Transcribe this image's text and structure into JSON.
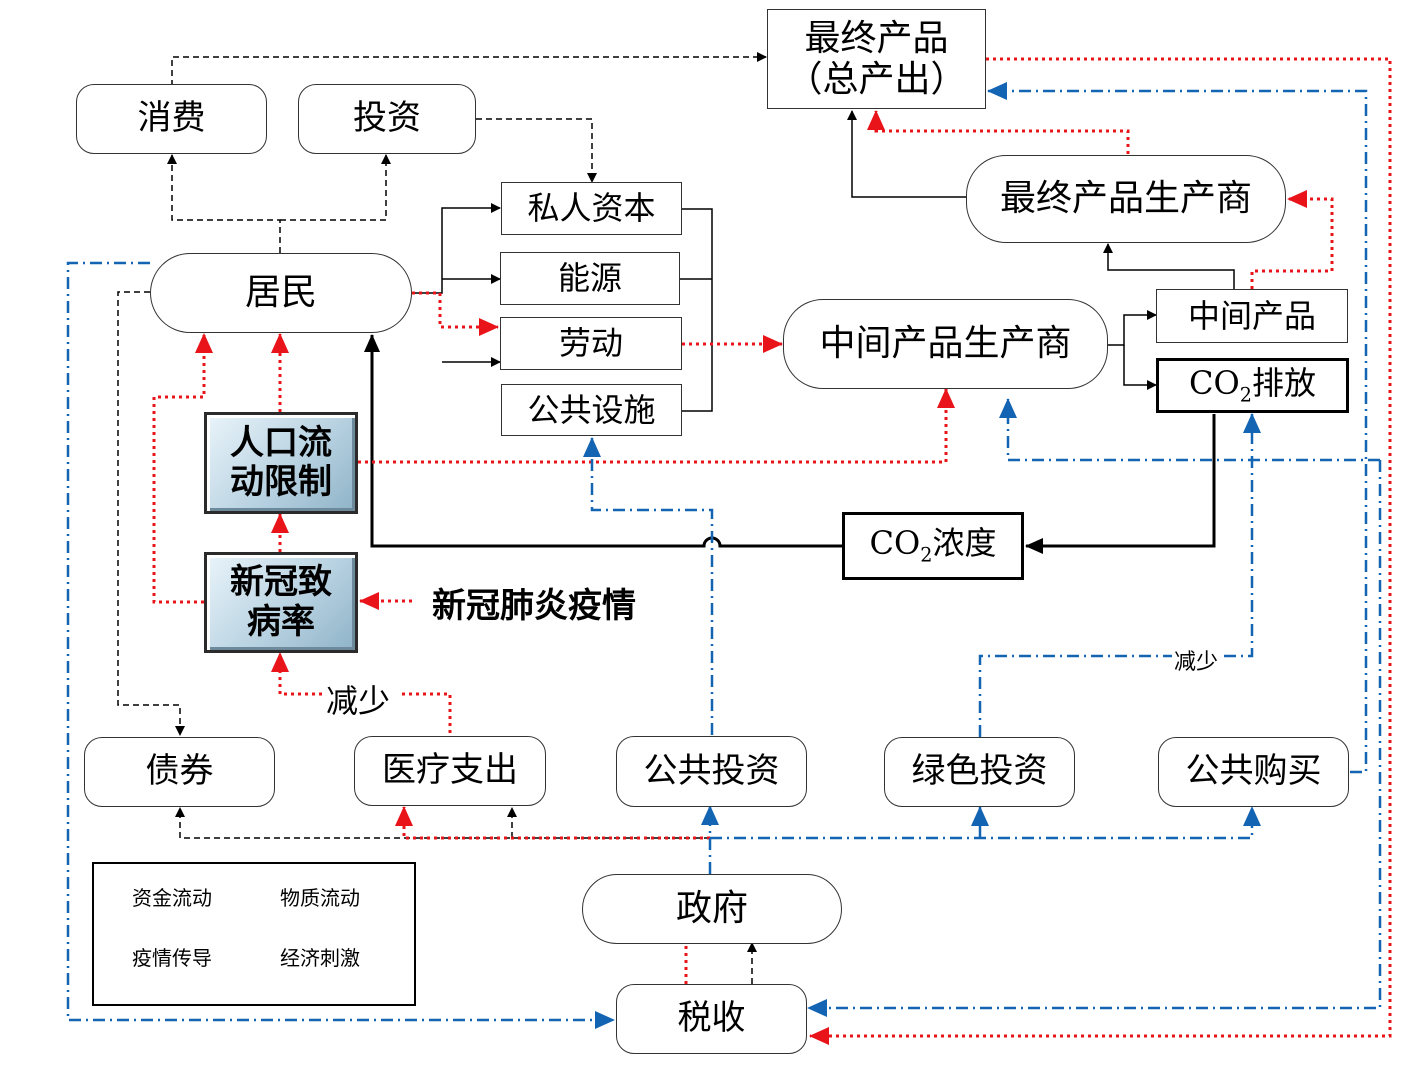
{
  "nodes": {
    "final_product": {
      "line1": "最终产品",
      "line2": "（总产出）"
    },
    "consumption": "消费",
    "investment": "投资",
    "private_capital": "私人资本",
    "energy": "能源",
    "labor": "劳动",
    "public_facilities": "公共设施",
    "residents": "居民",
    "final_producer": "最终产品生产商",
    "intermediate_producer": "中间产品生产商",
    "intermediate_product": "中间产品",
    "co2_emission": {
      "prefix": "CO",
      "sub": "2",
      "suffix": "排放"
    },
    "co2_concentration": {
      "prefix": "CO",
      "sub": "2",
      "suffix": "浓度"
    },
    "mobility_restriction": {
      "line1": "人口流",
      "line2": "动限制"
    },
    "covid_incidence": {
      "line1": "新冠致",
      "line2": "病率"
    },
    "covid_epidemic": "新冠肺炎疫情",
    "reduce_medical": "减少",
    "reduce_green": "减少",
    "bonds": "债券",
    "medical_spending": "医疗支出",
    "public_investment": "公共投资",
    "green_investment": "绿色投资",
    "public_purchase": "公共购买",
    "government": "政府",
    "tax": "税收"
  },
  "legend": {
    "fund_flow": "资金流动",
    "material_flow": "物质流动",
    "epidemic_transmission": "疫情传导",
    "economic_stimulus": "经济刺激"
  },
  "colors": {
    "fund": "#000000",
    "material": "#000000",
    "epidemic": "#e8141a",
    "stimulus": "#1464b4"
  }
}
